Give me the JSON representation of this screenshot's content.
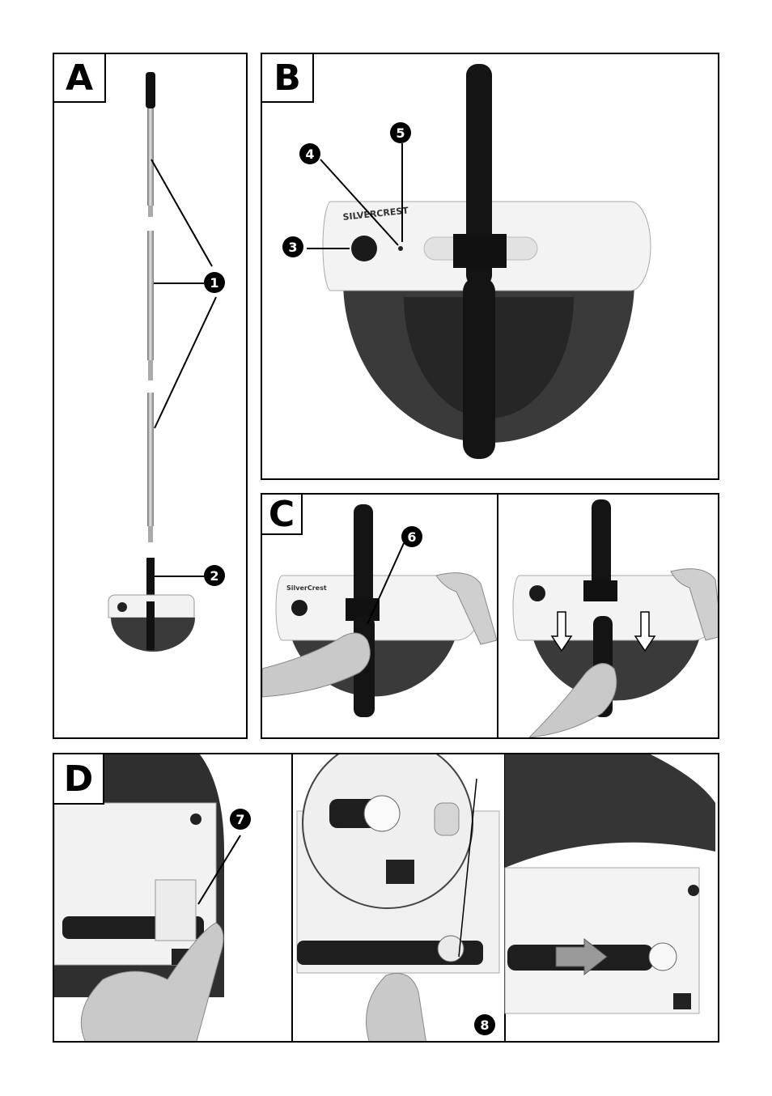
{
  "panels": {
    "a": {
      "letter": "A"
    },
    "b": {
      "letter": "B",
      "brand_text": "SILVERCREST"
    },
    "c": {
      "letter": "C",
      "brand_text": "SilverCrest"
    },
    "d": {
      "letter": "D"
    }
  },
  "callouts": {
    "c1": "1",
    "c2": "2",
    "c3": "3",
    "c4": "4",
    "c5": "5",
    "c6": "6",
    "c7": "7",
    "c8": "8"
  }
}
